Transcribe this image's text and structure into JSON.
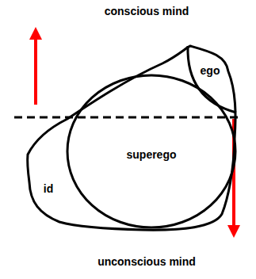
{
  "diagram": {
    "nodes": [
      {
        "text": [
          "id"
        ]
      },
      {
        "text": [
          "superego"
        ],
        "in": 0
      },
      {
        "text": [
          "ego"
        ],
        "in": 0
      }
    ],
    "labels": [
      "conscious mind",
      "unconscious mind"
    ]
  }
}
